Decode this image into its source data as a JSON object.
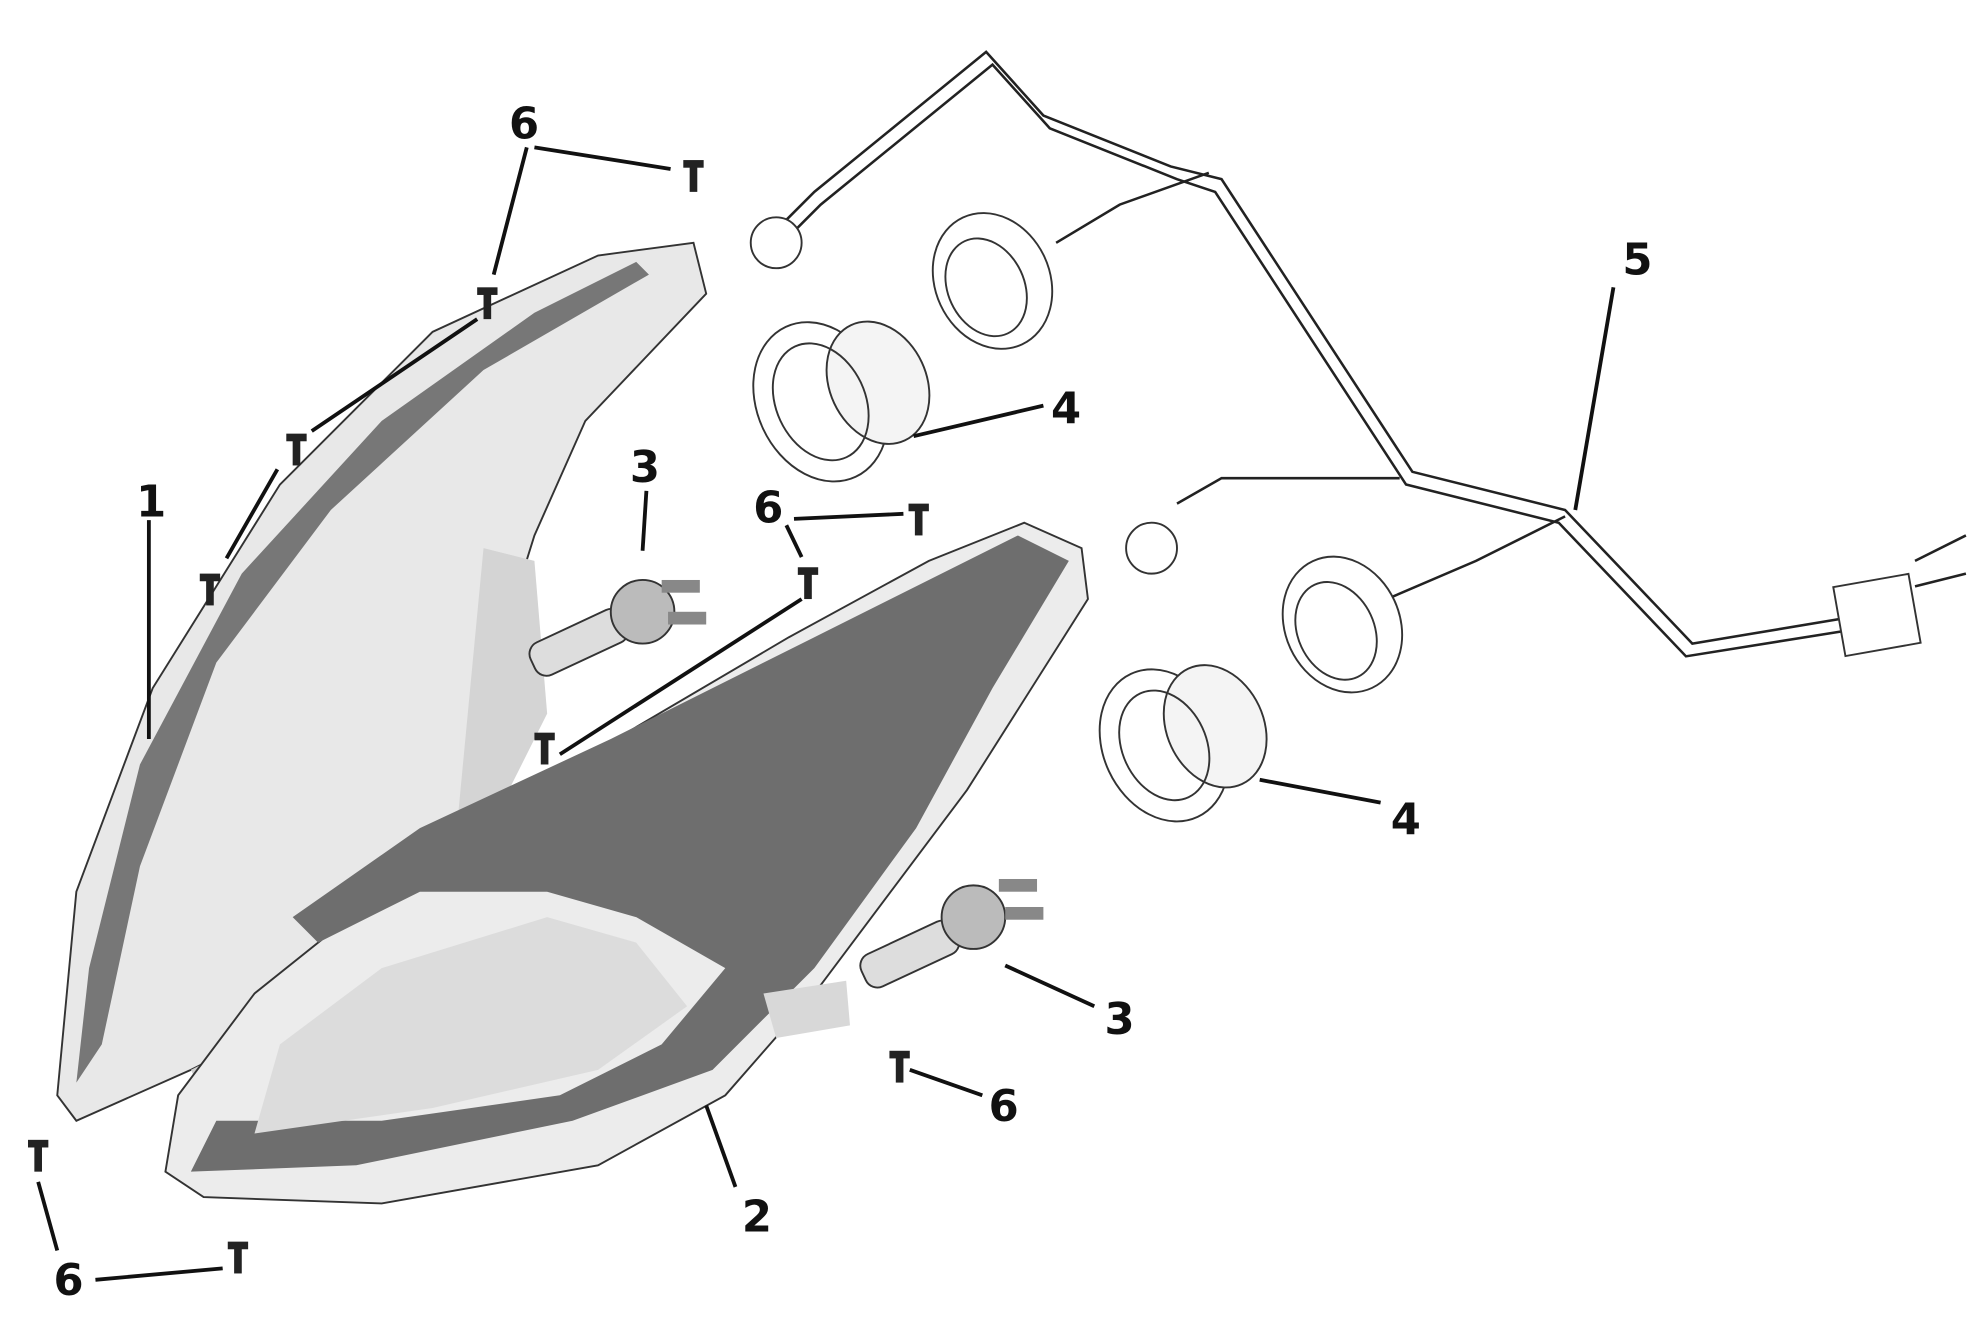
{
  "diagram": {
    "type": "exploded-parts-diagram",
    "callouts": {
      "housing_left": "1",
      "housing_right": "2",
      "bulb_upper": "3",
      "bulb_lower": "3",
      "cap_upper": "4",
      "cap_lower": "4",
      "harness": "5",
      "screw_top": "6",
      "screw_middle": "6",
      "screw_lower_right": "6",
      "screw_bottom_left": "6"
    },
    "colors": {
      "line": "#111111",
      "lens_dark": "#6e6e6e",
      "lens_light": "#e6e6e6"
    }
  }
}
